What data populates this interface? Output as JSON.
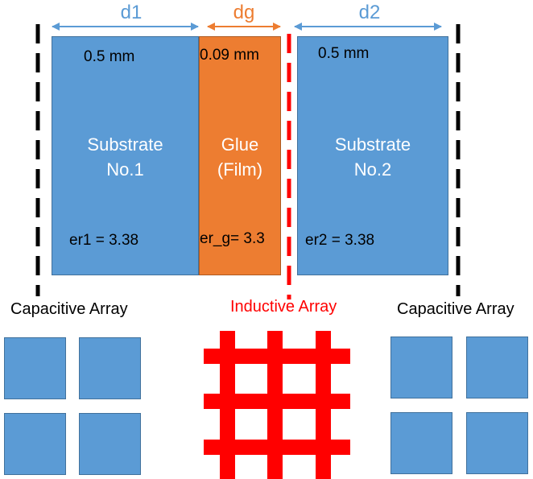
{
  "dimensions": {
    "d1": "d1",
    "dg": "dg",
    "d2": "d2"
  },
  "substrate1": {
    "thickness": "0.5 mm",
    "name_line1": "Substrate",
    "name_line2": "No.1",
    "permittivity": "er1 = 3.38"
  },
  "glue": {
    "thickness": "0.09 mm",
    "name_line1": "Glue",
    "name_line2": "(Film)",
    "permittivity": "er_g= 3.3"
  },
  "substrate2": {
    "thickness": "0.5 mm",
    "name_line1": "Substrate",
    "name_line2": "No.2",
    "permittivity": "er2 = 3.38"
  },
  "arrays": {
    "left_label": "Capacitive Array",
    "middle_label": "Inductive Array",
    "right_label": "Capacitive Array"
  },
  "colors": {
    "substrate": "#5b9bd5",
    "glue": "#ed7d31",
    "inductive": "#ff0000",
    "dimension_arrow": "#5b9bd5",
    "glue_arrow": "#ed7d31"
  }
}
